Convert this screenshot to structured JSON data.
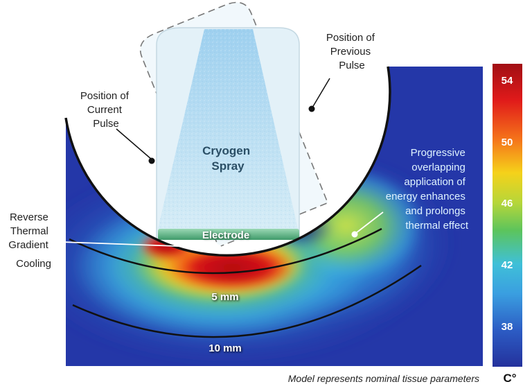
{
  "labels": {
    "previous_pulse": [
      "Position of",
      "Previous",
      "Pulse"
    ],
    "current_pulse": [
      "Position of",
      "Current",
      "Pulse"
    ],
    "cryogen_spray": [
      "Cryogen",
      "Spray"
    ],
    "electrode": "Electrode",
    "reverse_thermal": [
      "Reverse",
      "Thermal",
      "Gradient",
      "Cooling"
    ],
    "progressive": [
      "Progressive",
      "overlapping",
      "application of",
      "energy enhances",
      "and prolongs",
      "thermal effect"
    ],
    "depth_5mm": "5 mm",
    "depth_10mm": "10 mm",
    "caption": "Model represents nominal tissue parameters"
  },
  "colorbar": {
    "ticks": [
      "54",
      "50",
      "46",
      "42",
      "38"
    ],
    "unit": "C°"
  },
  "colors": {
    "tissue_bg": "#2437a8",
    "hot": "#c8141a",
    "warm": "#f5c61a",
    "mid": "#62c254",
    "cool": "#3aa7e0",
    "progressive_text": "#dff3ff"
  }
}
